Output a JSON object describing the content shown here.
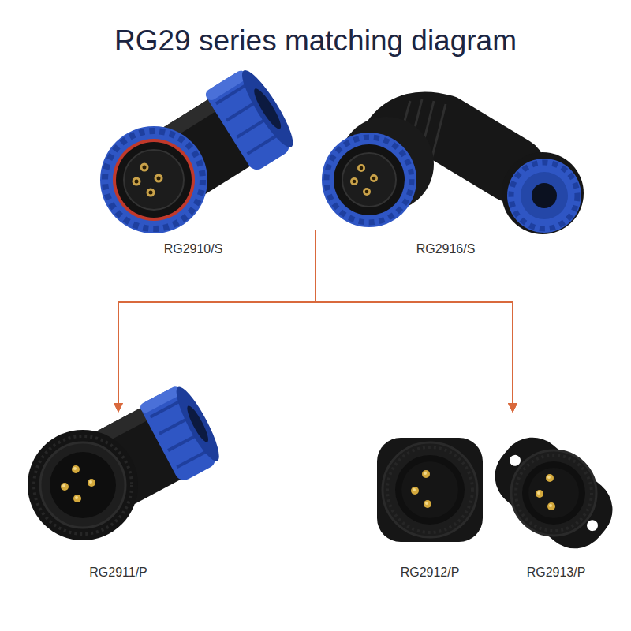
{
  "diagram": {
    "title": "RG29 series matching diagram",
    "nodes": [
      {
        "text": [
          "RG2910/S"
        ]
      },
      {
        "text": [
          "RG2916/S"
        ]
      },
      {
        "text": [
          "RG2911/P"
        ]
      },
      {
        "text": [
          "RG2912/P"
        ]
      },
      {
        "text": [
          "RG2913/P"
        ]
      }
    ],
    "edges": [
      {
        "from": 0,
        "to": 2,
        "arrow": "to"
      },
      {
        "from": 0,
        "to": 3,
        "arrow": "to"
      },
      {
        "from": 0,
        "to": 4,
        "arrow": "to"
      },
      {
        "from": 1,
        "to": 2,
        "arrow": "to"
      },
      {
        "from": 1,
        "to": 3,
        "arrow": "to"
      },
      {
        "from": 1,
        "to": 4,
        "arrow": "to"
      }
    ]
  }
}
